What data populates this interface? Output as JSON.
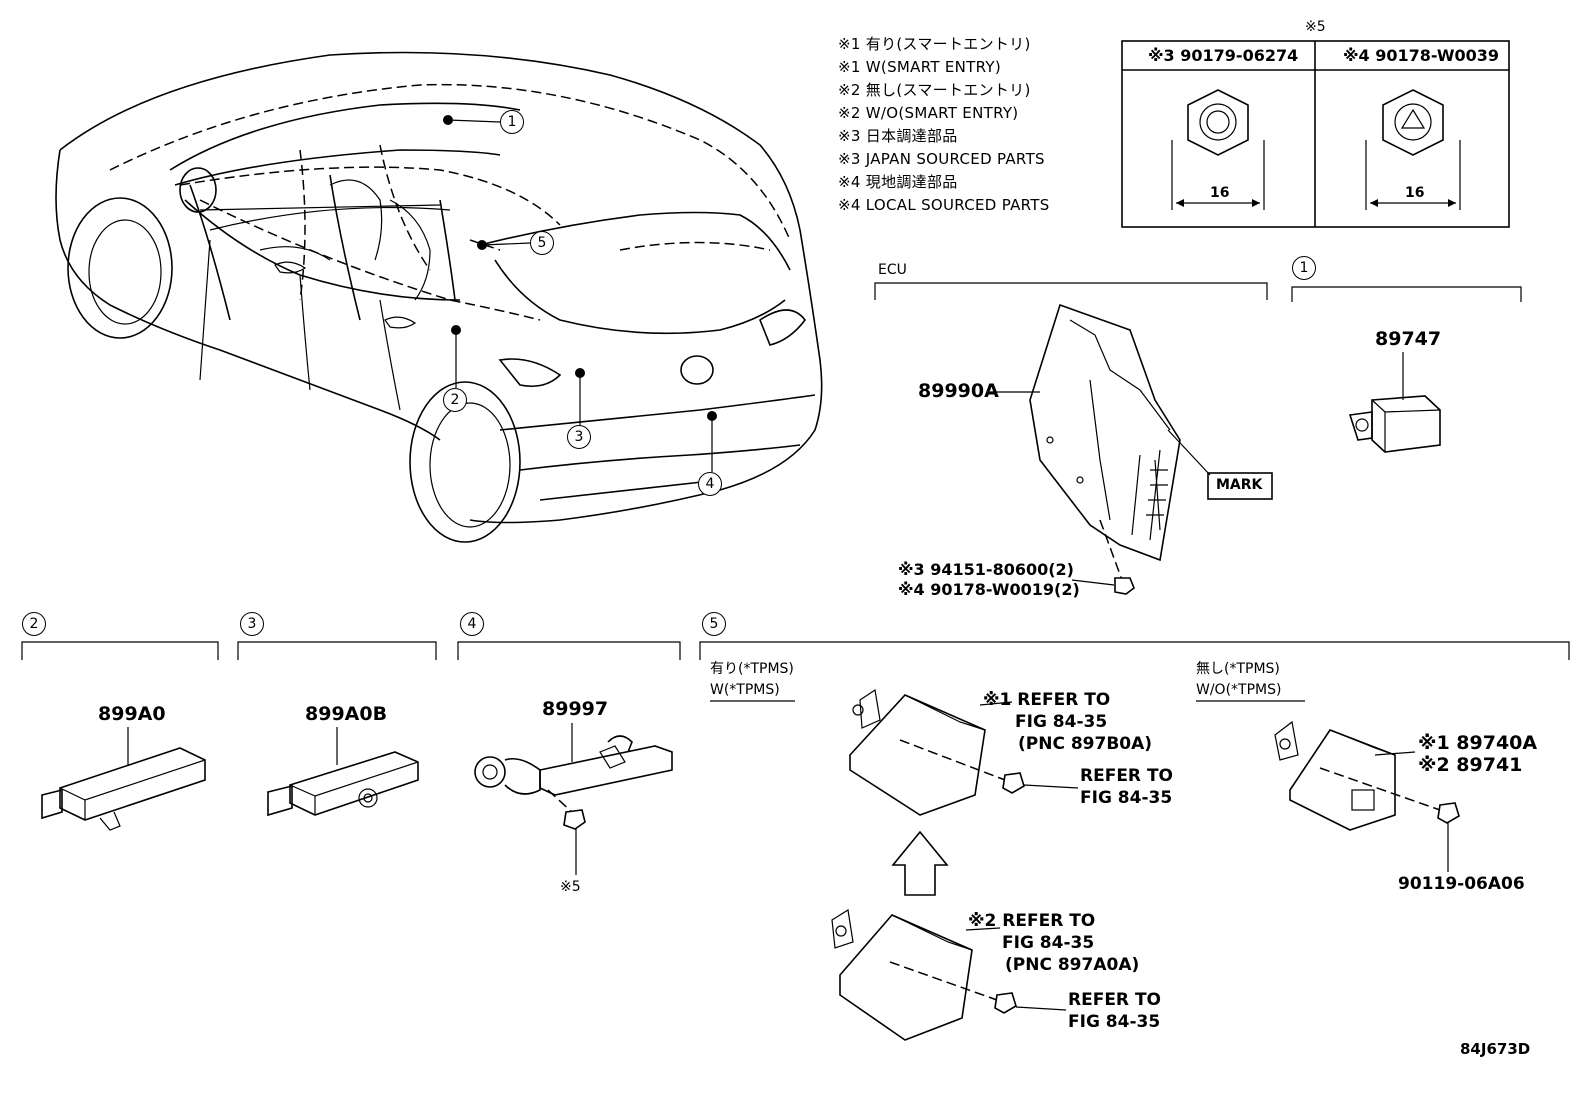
{
  "notes": [
    "※1 有り(スマートエントリ)",
    "※1 W(SMART ENTRY)",
    "※2 無し(スマートエントリ)",
    "※2 W/O(SMART ENTRY)",
    "※3 日本調達部品",
    "※3 JAPAN SOURCED PARTS",
    "※4 現地調達部品",
    "※4 LOCAL SOURCED PARTS"
  ],
  "nut_table": {
    "title": "※5",
    "left_header": "※3 90179-06274",
    "right_header": "※4 90178-W0039",
    "left_dim": "16",
    "right_dim": "16"
  },
  "ecu": {
    "label": "ECU",
    "part": "89990A",
    "mark": "MARK",
    "fastener_1": "※3 94151-80600(2)",
    "fastener_2": "※4 90178-W0019(2)"
  },
  "callouts": [
    "1",
    "2",
    "3",
    "4",
    "5"
  ],
  "sec1": {
    "num": "1",
    "part": "89747"
  },
  "sec2": {
    "num": "2",
    "part": "899A0"
  },
  "sec3": {
    "num": "3",
    "part": "899A0B"
  },
  "sec4": {
    "num": "4",
    "part": "89997",
    "nut": "※5"
  },
  "sec5": {
    "num": "5",
    "with_jp": "有り(*TPMS)",
    "with_en": "W(*TPMS)",
    "without_jp": "無し(*TPMS)",
    "without_en": "W/O(*TPMS)",
    "upper_ref_1": "※1 REFER TO",
    "upper_ref_2": "FIG 84-35",
    "upper_ref_3": "(PNC 897B0A)",
    "upper_bolt_1": "REFER TO",
    "upper_bolt_2": "FIG 84-35",
    "lower_ref_1": "※2 REFER TO",
    "lower_ref_2": "FIG 84-35",
    "lower_ref_3": "(PNC 897A0A)",
    "lower_bolt_1": "REFER TO",
    "lower_bolt_2": "FIG 84-35",
    "right_part_1": "※1 89740A",
    "right_part_2": "※2 89741",
    "right_bolt": "90119-06A06"
  },
  "figure_code": "84J673D"
}
